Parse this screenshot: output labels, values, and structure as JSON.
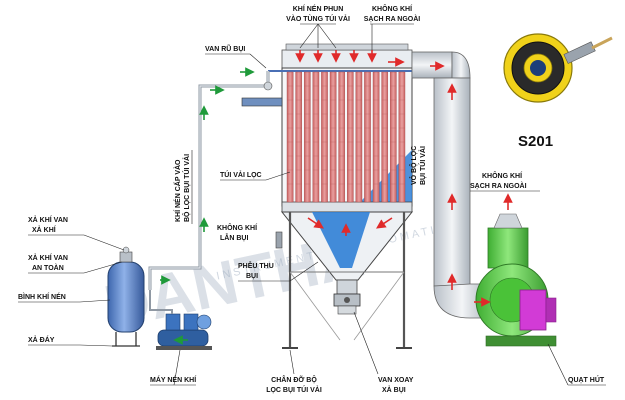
{
  "diagram": {
    "labels": {
      "khi_nen_phun_1": "KHÍ NÉN PHUN",
      "khi_nen_phun_2": "VÀO TÙNG TÚI VẢI",
      "khong_khi_top_1": "KHÔNG KHÍ",
      "khong_khi_top_2": "SẠCH RA NGOÀI",
      "van_ru_bui": "VAN RŨ BỤI",
      "vo_bo_loc_1": "VỎ BỘ LỌC",
      "vo_bo_loc_2": "BỤI TÚI VẢI",
      "khi_nen_cap_1": "KHÍ NÉN CẤP VÀO",
      "khi_nen_cap_2": "BỘ LỌC BỤI TÚI VẢI",
      "tui_vai_loc": "TÚI VẢI LỌC",
      "khong_khi_right_1": "KHÔNG KHÍ",
      "khong_khi_right_2": "SẠCH RA NGOÀI",
      "xa_khi_van_1": "XẢ KHÍ VAN",
      "xa_khi_van_2": "XẢ KHÍ",
      "khong_khi_lan_1": "KHÔNG KHÍ",
      "khong_khi_lan_2": "LẪN BỤI",
      "xa_khi_at_1": "XẢ KHÍ VAN",
      "xa_khi_at_2": "AN TOÀN",
      "binh_khi_nen": "BÌNH KHÍ NÉN",
      "pheu_thu_1": "PHỄU THU",
      "pheu_thu_2": "BỤI",
      "xa_day": "XẢ ĐÁY",
      "may_nen_khi": "MÁY NÉN KHÍ",
      "chan_do_1": "CHÂN ĐỠ BỘ",
      "chan_do_2": "LỌC BỤI TÚI VẢI",
      "van_xoay_1": "VAN XOAY",
      "van_xoay_2": "XẢ BỤI",
      "quat_hut": "QUẠT HÚT",
      "sensor_model": "S201"
    },
    "watermark": {
      "brand": "DANTHA",
      "tagline": "INSTRUMENT AND AUTOMATION"
    },
    "colors": {
      "bags": "#d97a7a",
      "bag_line": "#a84a4a",
      "dust_blue": "#2f7fd6",
      "duct": "#d8dde3",
      "fan_green": "#5fd14a",
      "fan_magenta": "#d23bd6",
      "tank_blue": "#4f7fc6",
      "arrow_red": "#e02a2a",
      "arrow_green": "#1f9a3a",
      "sensor_yellow": "#f0d21a"
    }
  }
}
